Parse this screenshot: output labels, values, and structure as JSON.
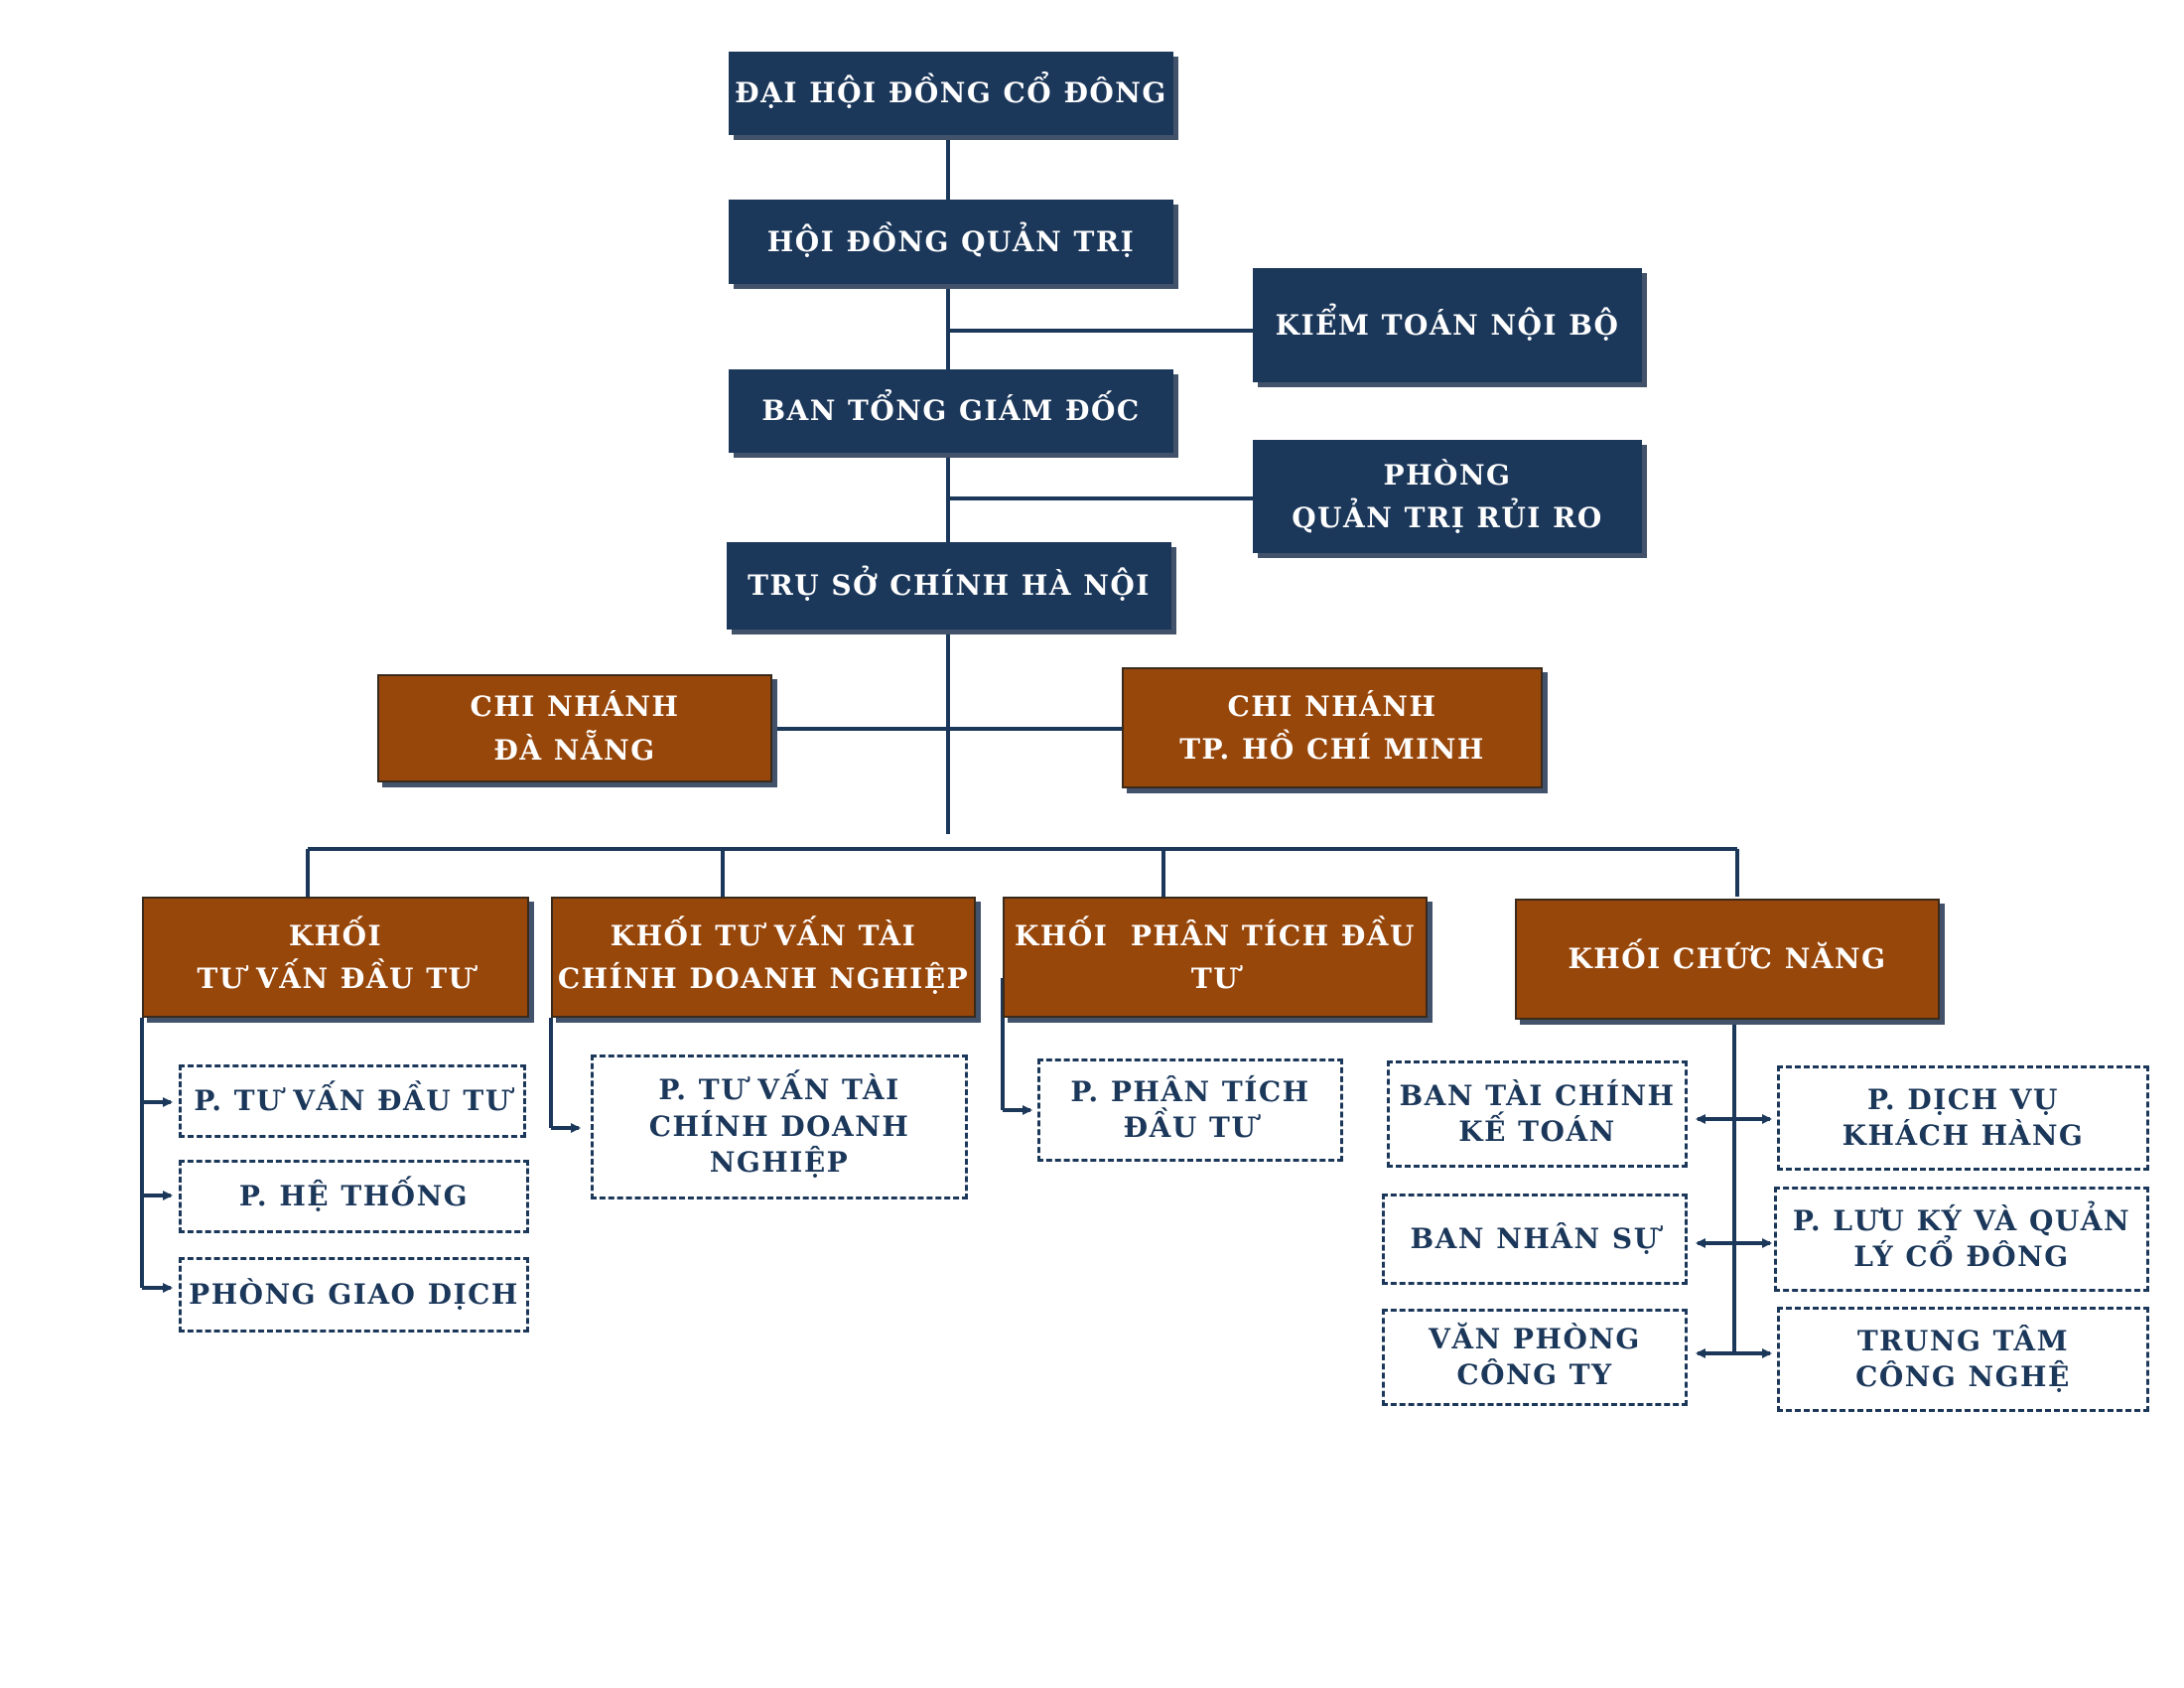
{
  "colors": {
    "navy": "#1b375a",
    "brown": "#98470b",
    "line": "#1b375a"
  },
  "governance": {
    "shareholders": "ĐẠI HỘI ĐỒNG CỔ ĐÔNG",
    "board": "HỘI ĐỒNG QUẢN TRỊ",
    "internal_audit": "KIỂM TOÁN NỘI BỘ",
    "executive_board": "BAN TỔNG GIÁM ĐỐC",
    "risk_management": [
      "PHÒNG",
      "QUẢN TRỊ RỦI RO"
    ],
    "head_office": "TRỤ SỞ CHÍNH HÀ NỘI"
  },
  "branches": {
    "da_nang": [
      "CHI NHÁNH",
      "ĐÀ NẴNG"
    ],
    "hcm": [
      "CHI NHÁNH",
      "TP. HỒ CHÍ MINH"
    ]
  },
  "divisions": {
    "investment_advisory": {
      "title": [
        "KHỐI",
        "TƯ VẤN ĐẦU TƯ"
      ],
      "units": [
        "P. TƯ VẤN ĐẦU TƯ",
        "P. HỆ THỐNG",
        "PHÒNG GIAO DỊCH"
      ]
    },
    "corporate_finance": {
      "title": [
        "KHỐI TƯ VẤN TÀI",
        "CHÍNH DOANH NGHIỆP"
      ],
      "units": [
        [
          "P. TƯ VẤN TÀI",
          "CHÍNH DOANH",
          "NGHIỆP"
        ]
      ]
    },
    "investment_analysis": {
      "title": [
        "KHỐI  PHÂN TÍCH ĐẦU",
        "TƯ"
      ],
      "units": [
        [
          "P. PHÂN TÍCH",
          "ĐẦU TƯ"
        ]
      ]
    },
    "functional": {
      "title": "KHỐI CHỨC NĂNG",
      "left_units": [
        [
          "BAN TÀI CHÍNH",
          "KẾ TOÁN"
        ],
        "BAN NHÂN SỰ",
        [
          "VĂN PHÒNG",
          "CÔNG TY"
        ]
      ],
      "right_units": [
        [
          "P. DỊCH VỤ",
          "KHÁCH HÀNG"
        ],
        [
          "P. LƯU KÝ VÀ QUẢN",
          "LÝ CỔ ĐÔNG"
        ],
        [
          "TRUNG TÂM",
          "CÔNG NGHỆ"
        ]
      ]
    }
  }
}
